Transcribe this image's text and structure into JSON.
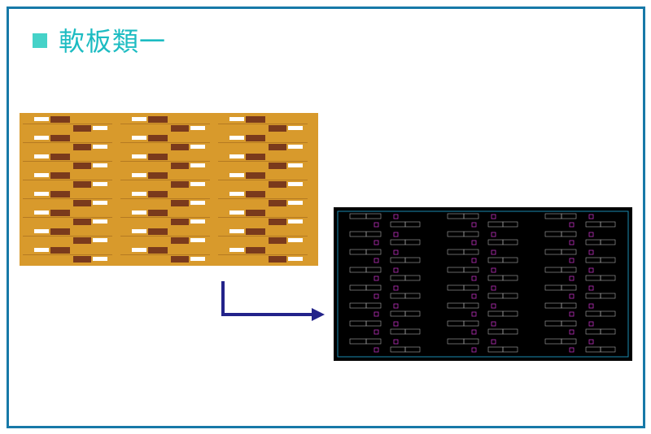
{
  "slide": {
    "title": "軟板類一",
    "colors": {
      "frame": "#1779a8",
      "title": "#1dbcc2",
      "bullet": "#45d2c8",
      "arrow": "#23238a"
    }
  },
  "images": {
    "pcb_photo": "flexible-pcb-panel-photo",
    "cad_layout": "pcb-cad-layout"
  }
}
